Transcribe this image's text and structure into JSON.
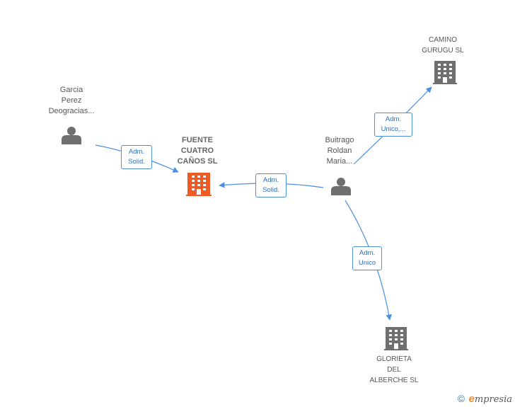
{
  "nodes": {
    "garcia": {
      "label_lines": [
        "Garcia",
        "Perez",
        "Deogracias..."
      ],
      "type": "person"
    },
    "fuente": {
      "label_lines": [
        "FUENTE",
        "CUATRO",
        "CAÑOS SL"
      ],
      "type": "company",
      "focus": true
    },
    "buitrago": {
      "label_lines": [
        "Buitrago",
        "Roldan",
        "Maria..."
      ],
      "type": "person"
    },
    "camino": {
      "label_lines": [
        "CAMINO",
        "GURUGU SL"
      ],
      "type": "company"
    },
    "glorieta": {
      "label_lines": [
        "GLORIETA",
        "DEL",
        "ALBERCHE SL"
      ],
      "type": "company"
    }
  },
  "edges": {
    "garcia_fuente": {
      "lines": [
        "Adm.",
        "Solid."
      ]
    },
    "buitrago_fuente": {
      "lines": [
        "Adm.",
        "Solid."
      ]
    },
    "buitrago_camino": {
      "lines": [
        "Adm.",
        "Unico,..."
      ]
    },
    "buitrago_glorieta": {
      "lines": [
        "Adm.",
        "Unico"
      ]
    }
  },
  "footer": {
    "copyright": "©",
    "brand_first": "e",
    "brand_rest": "mpresia"
  },
  "colors": {
    "edge": "#4a90e2",
    "focus_company": "#f15a22",
    "company": "#6f6f6f",
    "person": "#6f6f6f"
  },
  "icons": {
    "person": "person-icon",
    "company": "building-icon"
  }
}
